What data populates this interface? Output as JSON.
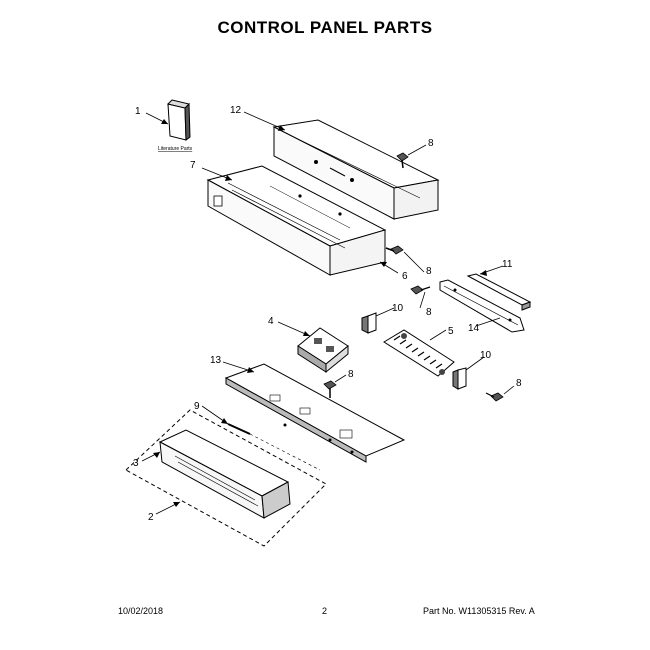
{
  "page": {
    "title": "CONTROL PANEL PARTS"
  },
  "literature_label": "Literature Parts",
  "callouts": {
    "c1": "1",
    "c12": "12",
    "c8a": "8",
    "c7": "7",
    "c6": "6",
    "c8b": "8",
    "c11": "11",
    "c8c": "8",
    "c10a": "10",
    "c4": "4",
    "c5": "5",
    "c14": "14",
    "c13": "13",
    "c8d": "8",
    "c10b": "10",
    "c8e": "8",
    "c9": "9",
    "c3": "3",
    "c2": "2"
  },
  "footer": {
    "date": "10/02/2018",
    "page_number": "2",
    "part_number": "Part No. W11305315  Rev. A"
  }
}
